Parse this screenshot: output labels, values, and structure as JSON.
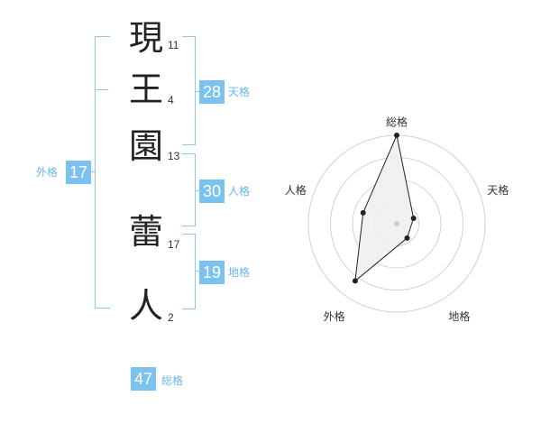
{
  "name": {
    "characters": [
      {
        "char": "現",
        "strokes": "11"
      },
      {
        "char": "王",
        "strokes": "4"
      },
      {
        "char": "園",
        "strokes": "13"
      },
      {
        "char": "蕾",
        "strokes": "17"
      },
      {
        "char": "人",
        "strokes": "2"
      }
    ]
  },
  "fortune": {
    "tenkaku": {
      "value": "28",
      "label": "天格"
    },
    "jinkaku": {
      "value": "30",
      "label": "人格"
    },
    "chikaku": {
      "value": "19",
      "label": "地格"
    },
    "gaikaku": {
      "value": "17",
      "label": "外格"
    },
    "soukaku": {
      "value": "47",
      "label": "総格"
    }
  },
  "chart_data": {
    "type": "radar",
    "axes": [
      "総格",
      "天格",
      "地格",
      "外格",
      "人格"
    ],
    "values": [
      1.0,
      0.2,
      0.2,
      0.8,
      0.4
    ],
    "rings": 4,
    "range": [
      0,
      1
    ],
    "colors": {
      "fill": "#f0f0f0",
      "stroke": "#222222",
      "ring": "#c8c8c8"
    }
  },
  "colors": {
    "accent": "#7cc2ef",
    "bracket": "#8cc8f0"
  }
}
